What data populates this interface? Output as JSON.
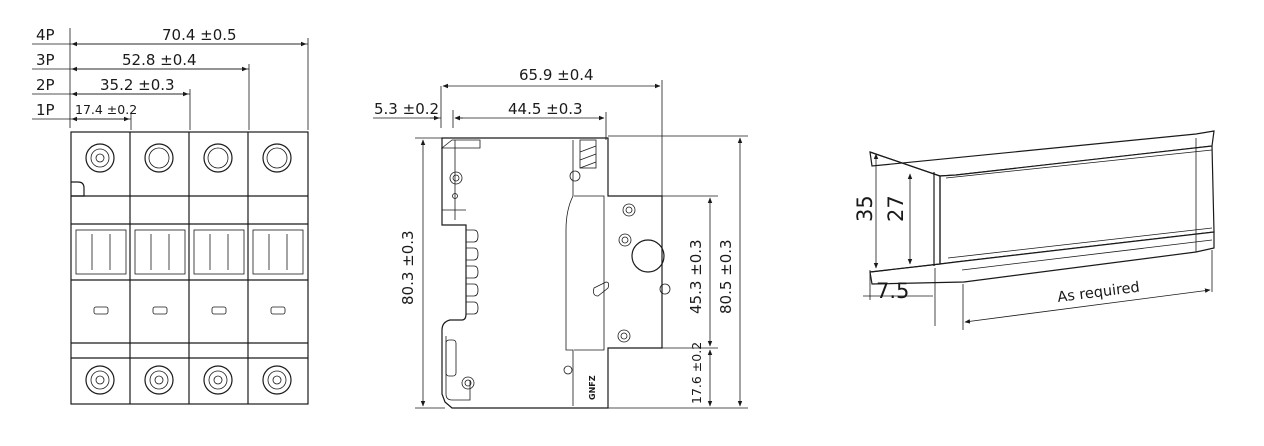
{
  "front_view": {
    "pole_labels": [
      "4P",
      "3P",
      "2P",
      "1P"
    ],
    "widths": [
      "70.4 ±0.5",
      "52.8 ±0.4",
      "35.2 ±0.3",
      "17.4 ±0.2"
    ]
  },
  "side_view": {
    "overall_depth": "65.9 ±0.4",
    "front_offset": "5.3 ±0.2",
    "rear_depth": "44.5 ±0.3",
    "height_left": "80.3 ±0.3",
    "height_mid": "45.3 ±0.3",
    "height_right": "80.5 ±0.3",
    "height_low": "17.6 ±0.2",
    "brand_mark": "GNFZ"
  },
  "rail_view": {
    "outer_height": "35",
    "inner_height": "27",
    "flange": "7.5",
    "length_label": "As required"
  }
}
